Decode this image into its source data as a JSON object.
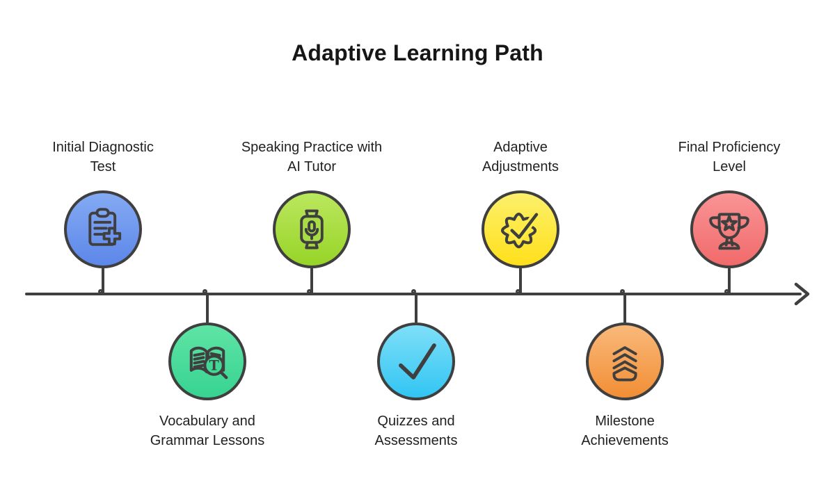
{
  "title": "Adaptive Learning Path",
  "timeline": {
    "direction": "left-to-right",
    "line_color": "#3f3f3f",
    "dot_color": "#ffffff",
    "nodes": [
      {
        "label": "Initial Diagnostic Test",
        "label_lines": [
          "Initial Diagnostic",
          "Test"
        ],
        "position": "above",
        "icon": "clipboard-plus-icon",
        "color_top": "#84aaf3",
        "color_bottom": "#5d87e9"
      },
      {
        "label": "Vocabulary and Grammar Lessons",
        "label_lines": [
          "Vocabulary and",
          "Grammar Lessons"
        ],
        "position": "below",
        "icon": "book-search-icon",
        "color_top": "#5fe4a5",
        "color_bottom": "#37d391"
      },
      {
        "label": "Speaking Practice with AI Tutor",
        "label_lines": [
          "Speaking Practice with",
          "AI Tutor"
        ],
        "position": "above",
        "icon": "smartwatch-microphone-icon",
        "color_top": "#bbe75e",
        "color_bottom": "#97d428"
      },
      {
        "label": "Quizzes and Assessments",
        "label_lines": [
          "Quizzes and",
          "Assessments"
        ],
        "position": "below",
        "icon": "checkmark-icon",
        "color_top": "#7edff8",
        "color_bottom": "#32c5f3"
      },
      {
        "label": "Adaptive Adjustments",
        "label_lines": [
          "Adaptive",
          "Adjustments"
        ],
        "position": "above",
        "icon": "gear-check-icon",
        "color_top": "#fcf06b",
        "color_bottom": "#ffe01b"
      },
      {
        "label": "Milestone Achievements",
        "label_lines": [
          "Milestone",
          "Achievements"
        ],
        "position": "below",
        "icon": "rank-chevrons-icon",
        "color_top": "#f9b97a",
        "color_bottom": "#f28e35"
      },
      {
        "label": "Final Proficiency Level",
        "label_lines": [
          "Final Proficiency",
          "Level"
        ],
        "position": "above",
        "icon": "trophy-star-icon",
        "color_top": "#f99495",
        "color_bottom": "#f16a6b"
      }
    ]
  }
}
